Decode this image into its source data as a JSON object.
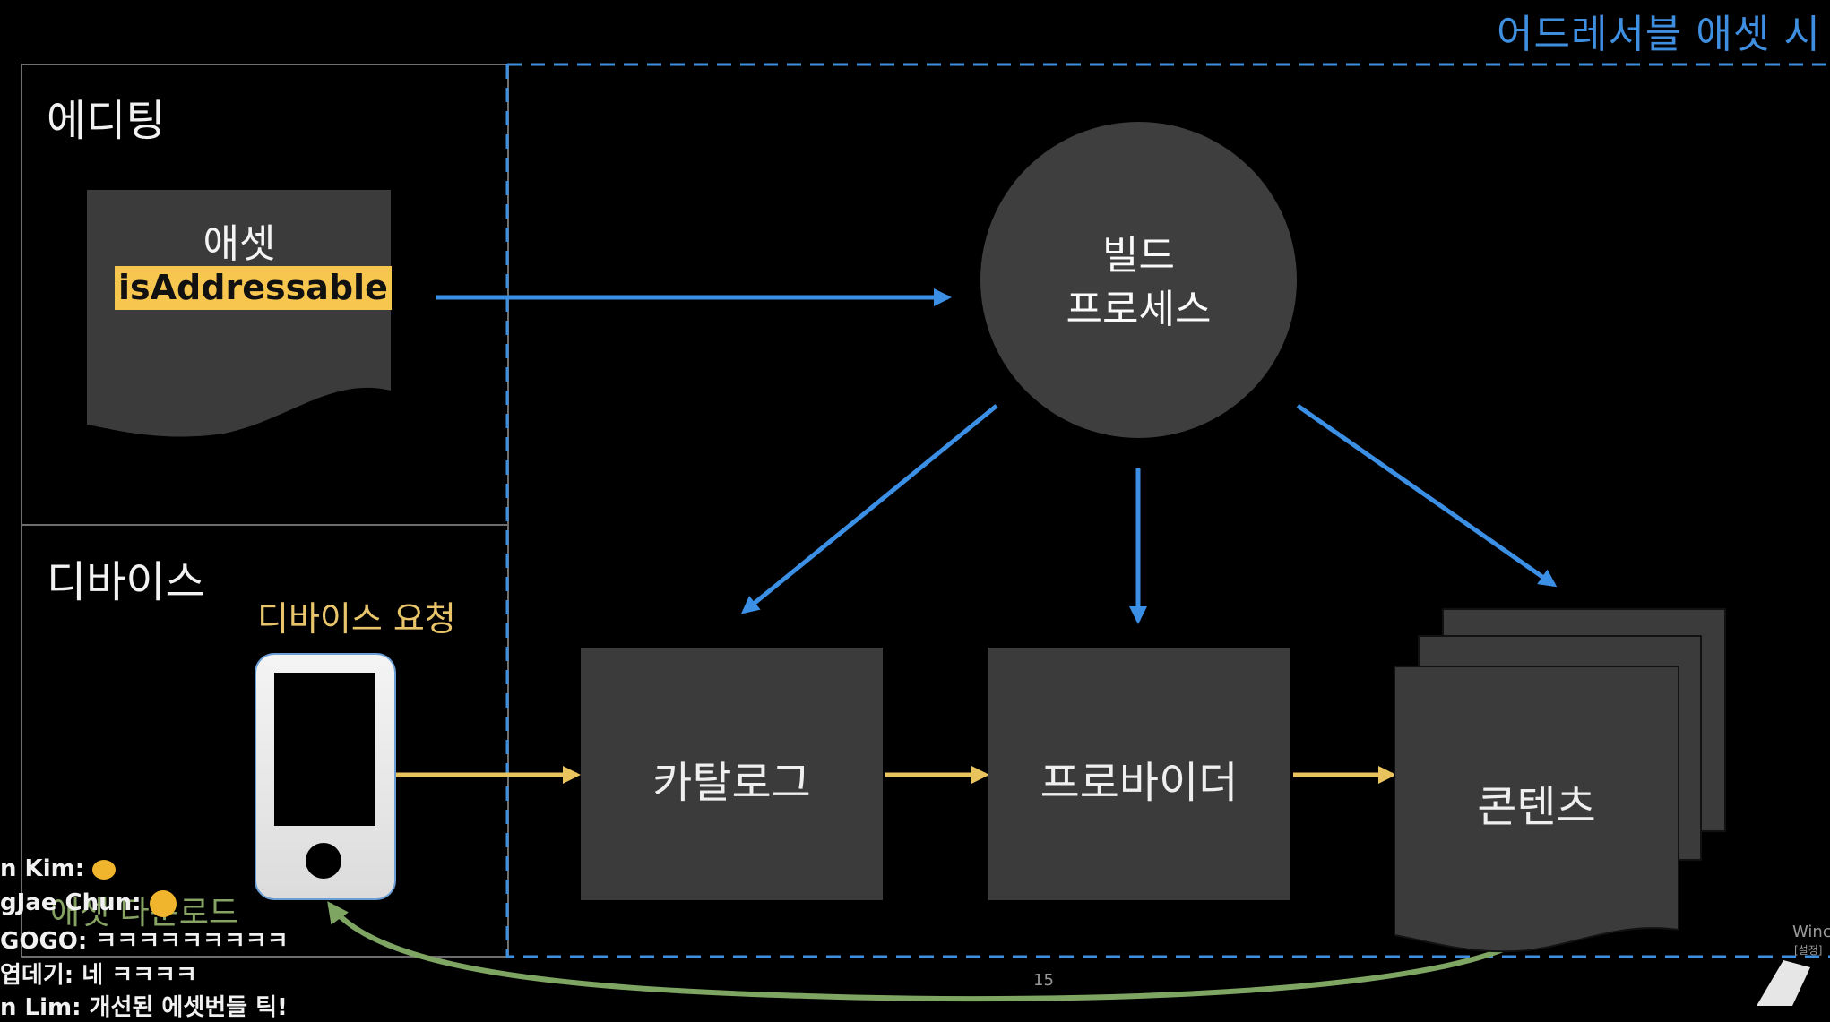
{
  "title": "어드레서블 애셋 시",
  "sections": {
    "editing": "에디팅",
    "device": "디바이스"
  },
  "asset": {
    "name": "애셋",
    "flag": "isAddressable"
  },
  "build_process": {
    "line1": "빌드",
    "line2": "프로세스"
  },
  "boxes": {
    "catalog": "카탈로그",
    "provider": "프로바이더",
    "content": "콘텐츠"
  },
  "device_request": "디바이스 요청",
  "asset_download": "애셋 다운로드",
  "chat": [
    {
      "user": "n Kim:",
      "msg": ""
    },
    {
      "user": "gJae Chun:",
      "msg": ""
    },
    {
      "user": "GOGO:",
      "msg": "ㅋㅋㅋㅋㅋㅋㅋㅋㅋ"
    },
    {
      "user": "엽데기:",
      "msg": "네 ㅋㅋㅋㅋ"
    },
    {
      "user": "n Lim:",
      "msg": "개선된 에셋번들 틱!"
    }
  ],
  "page_number": "15",
  "watermark": {
    "line1": "Winc",
    "line2": "[설정]"
  },
  "colors": {
    "blue_arrow": "#3b8fe5",
    "yellow_arrow": "#e8c35e",
    "green_arrow": "#7fa562",
    "highlight": "#f7c64f"
  }
}
